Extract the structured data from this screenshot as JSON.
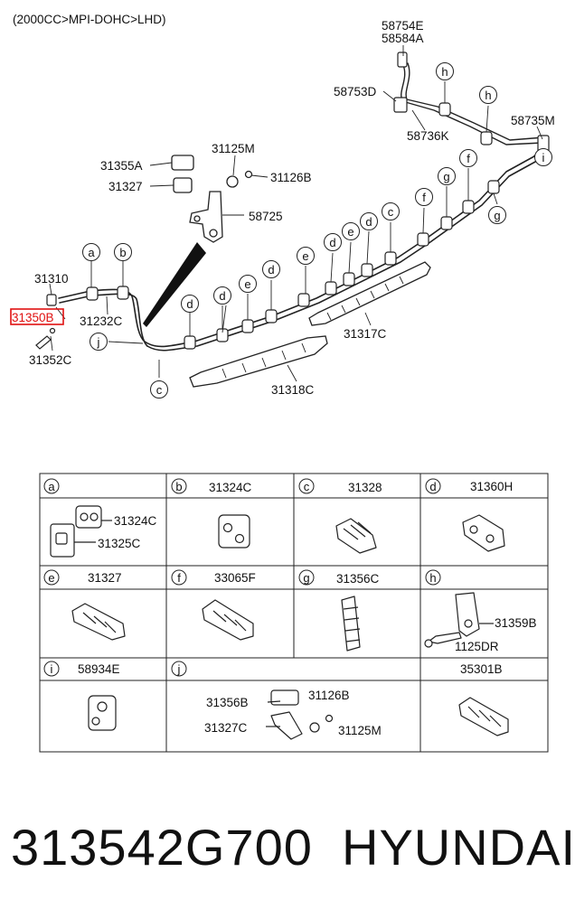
{
  "header": {
    "spec": "(2000CC>MPI-DOHC>LHD)"
  },
  "labels": {
    "p58754E": "58754E",
    "p58584A": "58584A",
    "p58753D": "58753D",
    "p58736K": "58736K",
    "p58735M": "58735M",
    "p31125M": "31125M",
    "p31126B": "31126B",
    "p31355A": "31355A",
    "p31327": "31327",
    "p58725": "58725",
    "p31310": "31310",
    "p31350B": "31350B",
    "p31232C": "31232C",
    "p31352C": "31352C",
    "p31317C": "31317C",
    "p31318C": "31318C"
  },
  "callouts": {
    "a": "a",
    "b": "b",
    "c": "c",
    "d": "d",
    "e": "e",
    "f": "f",
    "g": "g",
    "h": "h",
    "i": "i",
    "j": "j"
  },
  "highlight_color": "#e01010",
  "legend": {
    "cells": [
      {
        "letter": "a",
        "title": "",
        "parts": [
          "31324C",
          "31325C"
        ]
      },
      {
        "letter": "b",
        "title": "31324C",
        "parts": []
      },
      {
        "letter": "c",
        "title": "31328",
        "parts": []
      },
      {
        "letter": "d",
        "title": "31360H",
        "parts": []
      },
      {
        "letter": "e",
        "title": "31327",
        "parts": []
      },
      {
        "letter": "f",
        "title": "33065F",
        "parts": []
      },
      {
        "letter": "g",
        "title": "31356C",
        "parts": []
      },
      {
        "letter": "h",
        "title": "",
        "parts": [
          "31359B",
          "1125DR"
        ]
      },
      {
        "letter": "i",
        "title": "58934E",
        "parts": []
      },
      {
        "letter": "j",
        "title": "",
        "parts": [
          "31356B",
          "31126B",
          "31327C",
          "31125M"
        ]
      },
      {
        "letter": "",
        "title": "35301B",
        "parts": []
      }
    ]
  },
  "footer": {
    "part_number": "313542G700",
    "brand": "HYUNDAI"
  }
}
